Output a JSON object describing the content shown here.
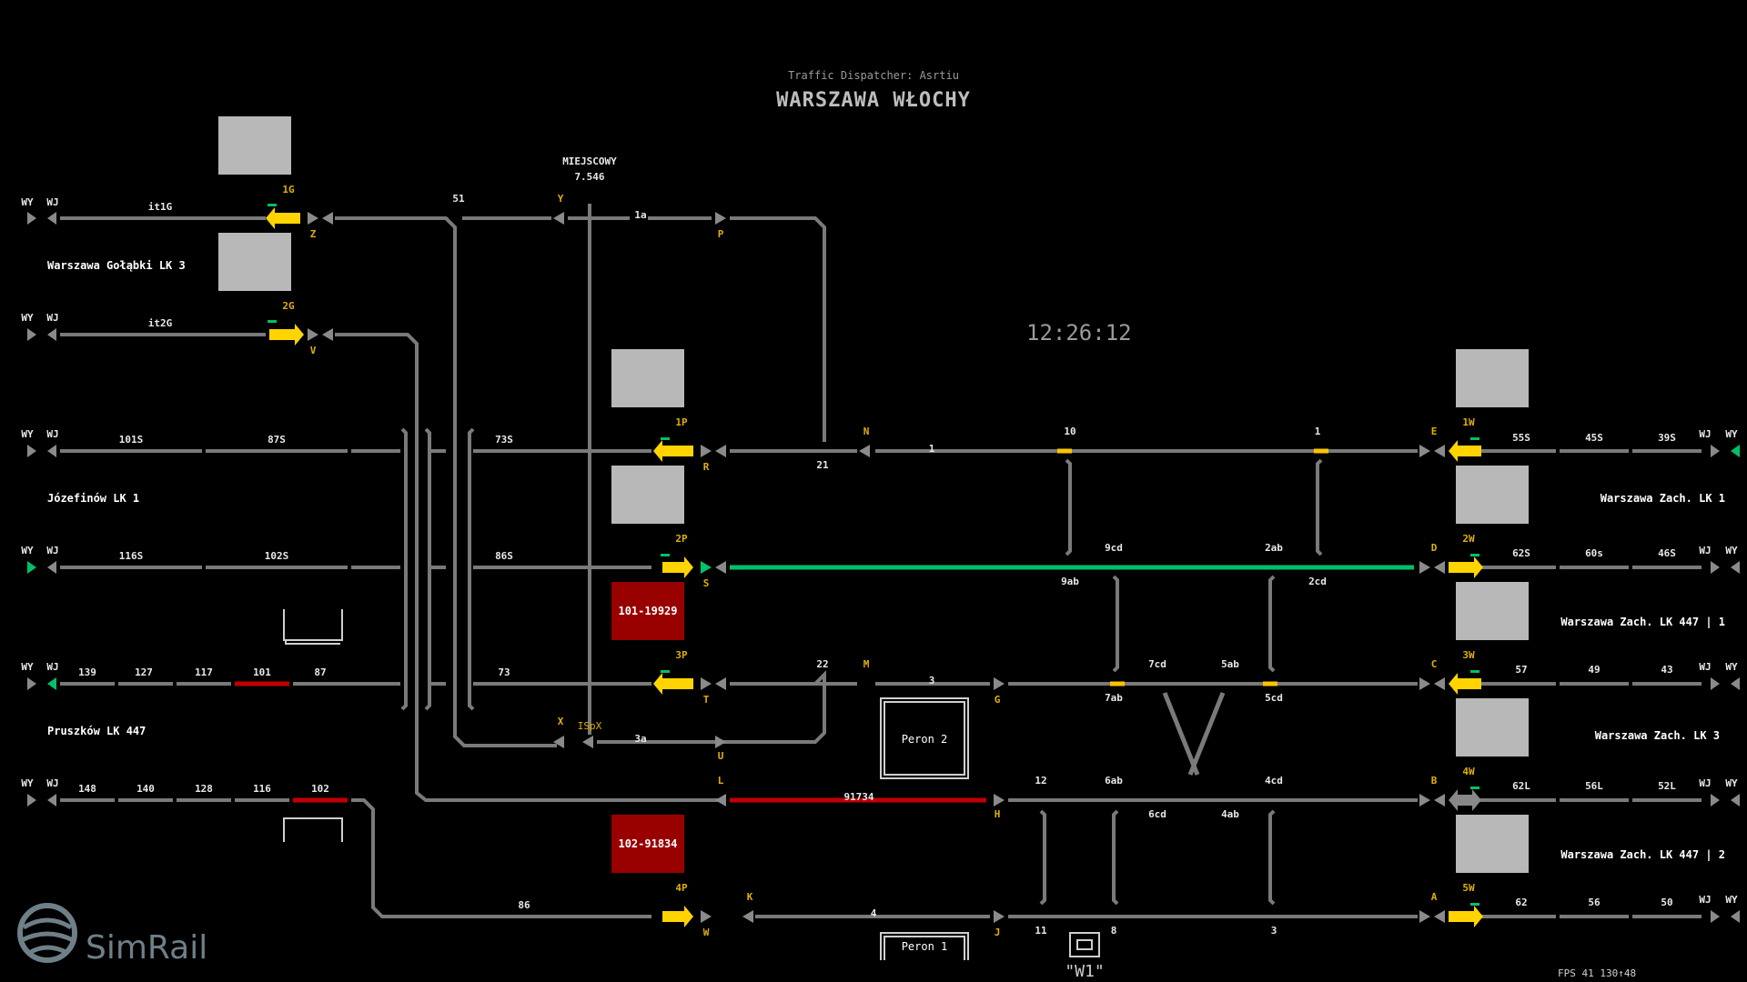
{
  "header": {
    "dispatcher": "Traffic Dispatcher: Asrtiu",
    "station": "WARSZAWA WŁOCHY"
  },
  "clock": "12:26:12",
  "fps_text": "FPS 41  130↑48",
  "logo_text": "SimRail",
  "colors": {
    "track": "#7a7a7a",
    "occupied": "#c00000",
    "route": "#00c06a",
    "signal": "#ffd400",
    "label": "#e0b000",
    "block": "#b8b8b8",
    "train": "#990000"
  },
  "icons": {
    "logo": "simrail-logo-icon",
    "building": "station-building-icon"
  },
  "texts": [
    [
      "WY",
      30,
      226
    ],
    [
      "WJ",
      58,
      226
    ],
    [
      "WY",
      30,
      353
    ],
    [
      "WJ",
      58,
      353
    ],
    [
      "WY",
      30,
      481
    ],
    [
      "WJ",
      58,
      481
    ],
    [
      "WY",
      30,
      609
    ],
    [
      "WJ",
      58,
      609
    ],
    [
      "WY",
      30,
      737
    ],
    [
      "WJ",
      58,
      737
    ],
    [
      "WY",
      30,
      865
    ],
    [
      "WJ",
      58,
      865
    ],
    [
      "WY",
      1903,
      481
    ],
    [
      "WJ",
      1874,
      481
    ],
    [
      "WY",
      1903,
      609
    ],
    [
      "WJ",
      1874,
      609
    ],
    [
      "WY",
      1903,
      737
    ],
    [
      "WJ",
      1874,
      737
    ],
    [
      "WY",
      1903,
      865
    ],
    [
      "WJ",
      1874,
      865
    ],
    [
      "WY",
      1903,
      993
    ],
    [
      "WJ",
      1874,
      993
    ],
    [
      "it1G",
      176,
      231
    ],
    [
      "it2G",
      176,
      359
    ],
    [
      "101S",
      144,
      487
    ],
    [
      "87S",
      304,
      487
    ],
    [
      "73S",
      554,
      487
    ],
    [
      "116S",
      144,
      615
    ],
    [
      "102S",
      304,
      615
    ],
    [
      "86S",
      554,
      615
    ],
    [
      "139",
      96,
      743
    ],
    [
      "127",
      158,
      743
    ],
    [
      "117",
      224,
      743
    ],
    [
      "101",
      288,
      743
    ],
    [
      "87",
      352,
      743
    ],
    [
      "73",
      554,
      743
    ],
    [
      "148",
      96,
      871
    ],
    [
      "140",
      160,
      871
    ],
    [
      "128",
      224,
      871
    ],
    [
      "116",
      288,
      871
    ],
    [
      "102",
      352,
      871
    ],
    [
      "86",
      576,
      999
    ],
    [
      "51",
      504,
      222
    ],
    [
      "MIEJSCOWY",
      648,
      181
    ],
    [
      "7.546",
      648,
      198
    ],
    [
      "1a",
      704,
      240
    ],
    [
      "21",
      904,
      515
    ],
    [
      "1",
      1024,
      497
    ],
    [
      "10",
      1176,
      478
    ],
    [
      "1",
      1448,
      478
    ],
    [
      "9cd",
      1224,
      606
    ],
    [
      "2ab",
      1400,
      606
    ],
    [
      "9ab",
      1176,
      643
    ],
    [
      "2cd",
      1448,
      643
    ],
    [
      "22",
      904,
      734
    ],
    [
      "3",
      1024,
      752
    ],
    [
      "7cd",
      1272,
      734
    ],
    [
      "5ab",
      1352,
      734
    ],
    [
      "7ab",
      1224,
      771
    ],
    [
      "5cd",
      1400,
      771
    ],
    [
      "3a",
      704,
      816
    ],
    [
      "91734",
      944,
      880
    ],
    [
      "12",
      1144,
      862
    ],
    [
      "6ab",
      1224,
      862
    ],
    [
      "4cd",
      1400,
      862
    ],
    [
      "6cd",
      1272,
      899
    ],
    [
      "4ab",
      1352,
      899
    ],
    [
      "4",
      960,
      1008
    ],
    [
      "11",
      1144,
      1027
    ],
    [
      "8",
      1224,
      1027
    ],
    [
      "3",
      1400,
      1027
    ],
    [
      "55S",
      1672,
      485
    ],
    [
      "45S",
      1752,
      485
    ],
    [
      "39S",
      1832,
      485
    ],
    [
      "62S",
      1672,
      612
    ],
    [
      "60s",
      1752,
      612
    ],
    [
      "46S",
      1832,
      612
    ],
    [
      "57",
      1672,
      740
    ],
    [
      "49",
      1752,
      740
    ],
    [
      "43",
      1832,
      740
    ],
    [
      "62L",
      1672,
      868
    ],
    [
      "56L",
      1752,
      868
    ],
    [
      "52L",
      1832,
      868
    ],
    [
      "62",
      1672,
      996
    ],
    [
      "56",
      1752,
      996
    ],
    [
      "50",
      1832,
      996
    ]
  ],
  "yellow_texts": [
    [
      "1G",
      317,
      212
    ],
    [
      "Z",
      344,
      261
    ],
    [
      "2G",
      317,
      340
    ],
    [
      "V",
      344,
      389
    ],
    [
      "Y",
      616,
      222
    ],
    [
      "P",
      792,
      261
    ],
    [
      "1P",
      749,
      468
    ],
    [
      "R",
      776,
      517
    ],
    [
      "N",
      952,
      478
    ],
    [
      "2P",
      749,
      596
    ],
    [
      "S",
      776,
      645
    ],
    [
      "3P",
      749,
      724
    ],
    [
      "T",
      776,
      773
    ],
    [
      "M",
      952,
      734
    ],
    [
      "G",
      1096,
      773
    ],
    [
      "X",
      616,
      797
    ],
    [
      "U",
      792,
      835
    ],
    [
      "L",
      792,
      862
    ],
    [
      "H",
      1096,
      899
    ],
    [
      "4P",
      749,
      980
    ],
    [
      "W",
      776,
      1029
    ],
    [
      "K",
      824,
      990
    ],
    [
      "J",
      1096,
      1029
    ],
    [
      "E",
      1576,
      478
    ],
    [
      "1W",
      1614,
      468
    ],
    [
      "D",
      1576,
      606
    ],
    [
      "2W",
      1614,
      596
    ],
    [
      "C",
      1576,
      734
    ],
    [
      "3W",
      1614,
      724
    ],
    [
      "B",
      1576,
      862
    ],
    [
      "4W",
      1614,
      852
    ],
    [
      "A",
      1576,
      990
    ],
    [
      "5W",
      1614,
      980
    ]
  ],
  "station_names": [
    [
      "Warszawa Gołąbki LK 3",
      52,
      296,
      "start"
    ],
    [
      "Józefinów LK 1",
      52,
      552,
      "start"
    ],
    [
      "Pruszków LK 447",
      52,
      808,
      "start"
    ],
    [
      "Warszawa Zach. LK 1",
      1896,
      552,
      "end"
    ],
    [
      "Warszawa Zach. LK 447 | 1",
      1896,
      688,
      "end"
    ],
    [
      "Warszawa Zach. LK 3",
      1890,
      813,
      "end"
    ],
    [
      "Warszawa Zach. LK 447 | 2",
      1896,
      944,
      "end"
    ]
  ],
  "platforms": [
    "Peron 2",
    "Peron 1"
  ],
  "building_label": "\"W1\"",
  "isxp": "ISpX",
  "trains": [
    "101-19929",
    "102-91834"
  ]
}
